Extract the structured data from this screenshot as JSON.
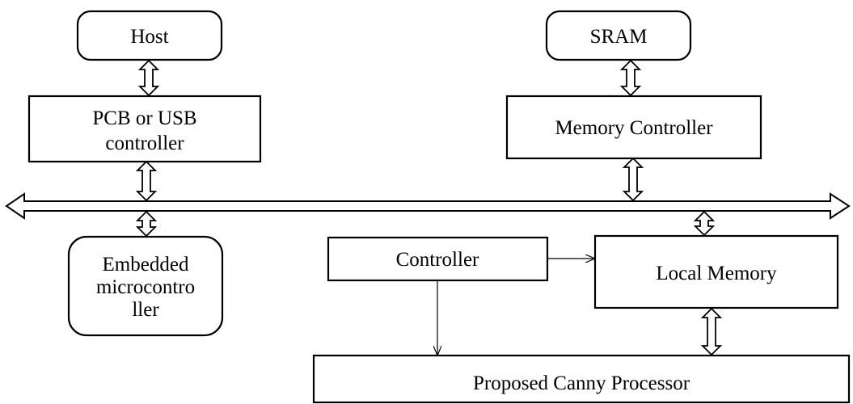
{
  "blocks": {
    "host": "Host",
    "sram": "SRAM",
    "pcb_usb": [
      "PCB or USB",
      "controller"
    ],
    "memory_controller": "Memory Controller",
    "embedded": [
      "Embedded",
      "microcontro",
      "ller"
    ],
    "controller": "Controller",
    "local_memory": "Local Memory",
    "canny": "Proposed Canny Processor"
  }
}
